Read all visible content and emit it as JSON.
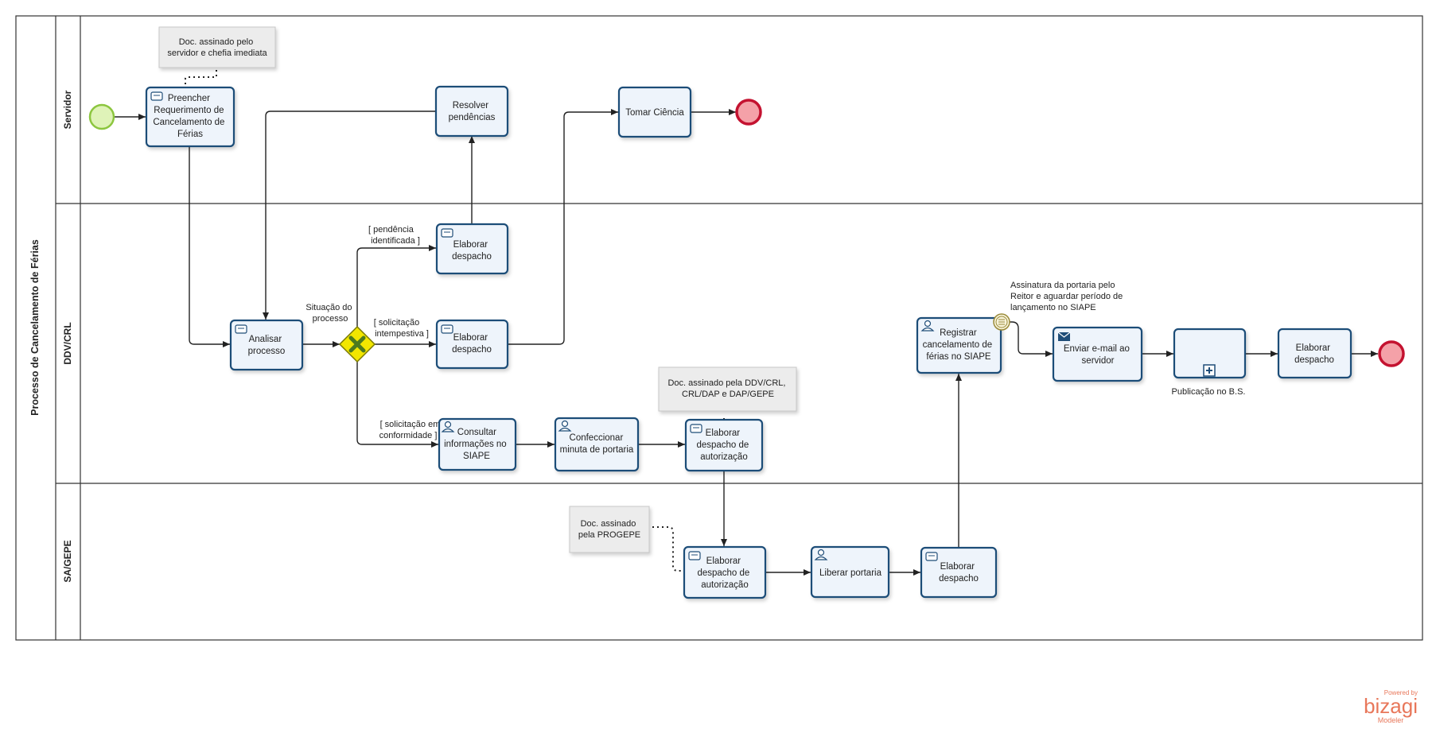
{
  "pool": {
    "title": "Processo de Cancelamento de Férias"
  },
  "lanes": [
    {
      "id": "servidor",
      "label": "Servidor"
    },
    {
      "id": "ddv",
      "label": "DDV/CRL"
    },
    {
      "id": "sagepe",
      "label": "SA/GEPE"
    }
  ],
  "tasks": {
    "preencher": {
      "lines": [
        "Preencher",
        "Requerimento de",
        "Cancelamento de",
        "Férias"
      ]
    },
    "resolver": {
      "lines": [
        "Resolver",
        "pendências"
      ]
    },
    "tomar": {
      "lines": [
        "Tomar Ciência"
      ]
    },
    "analisar": {
      "lines": [
        "Analisar",
        "processo"
      ]
    },
    "elab1": {
      "lines": [
        "Elaborar",
        "despacho"
      ]
    },
    "elab2": {
      "lines": [
        "Elaborar",
        "despacho"
      ]
    },
    "consultar": {
      "lines": [
        "Consultar",
        "informações no",
        "SIAPE"
      ]
    },
    "confeccionar": {
      "lines": [
        "Confeccionar",
        "minuta de portaria"
      ]
    },
    "elabAut1": {
      "lines": [
        "Elaborar",
        "despacho de",
        "autorização"
      ]
    },
    "registrar": {
      "lines": [
        "Registrar",
        "cancelamento de",
        "férias no SIAPE"
      ]
    },
    "enviar": {
      "lines": [
        "Enviar e-mail ao",
        "servidor"
      ]
    },
    "publicacao": {
      "lines": [
        "Publicação no B.S."
      ]
    },
    "elab3": {
      "lines": [
        "Elaborar",
        "despacho"
      ]
    },
    "elabAut2": {
      "lines": [
        "Elaborar",
        "despacho de",
        "autorização"
      ]
    },
    "liberar": {
      "lines": [
        "Liberar portaria"
      ]
    },
    "elab4": {
      "lines": [
        "Elaborar",
        "despacho"
      ]
    }
  },
  "annotations": {
    "ann1": {
      "lines": [
        "Doc. assinado pelo",
        "servidor e chefia imediata"
      ]
    },
    "ann2": {
      "lines": [
        "Doc. assinado pela DDV/CRL,",
        "CRL/DAP e DAP/GEPE"
      ]
    },
    "ann3": {
      "lines": [
        "Doc. assinado",
        "pela PROGEPE"
      ]
    }
  },
  "gateway": {
    "lines": [
      "Situação do",
      "processo"
    ]
  },
  "flowLabels": {
    "pendencia": {
      "lines": [
        "[ pendência",
        "identificada ]"
      ]
    },
    "intempestiva": {
      "lines": [
        "[ solicitação",
        "intempestiva ]"
      ]
    },
    "conformidade": {
      "lines": [
        "[ solicitação em",
        "conformidade ]"
      ]
    }
  },
  "timerNote": {
    "lines": [
      "Assinatura da portaria pelo",
      "Reitor e aguardar período de",
      "lançamento no SIAPE"
    ]
  },
  "branding": {
    "powered": "Powered by",
    "brand": "bizagi",
    "product": "Modeler"
  },
  "colors": {
    "task_border": "#1f4d78",
    "task_fill": "#eef4fb",
    "start_event": "#8cc63f",
    "end_event": "#c41230",
    "gateway": "#f2e600",
    "brand": "#e8775a"
  }
}
